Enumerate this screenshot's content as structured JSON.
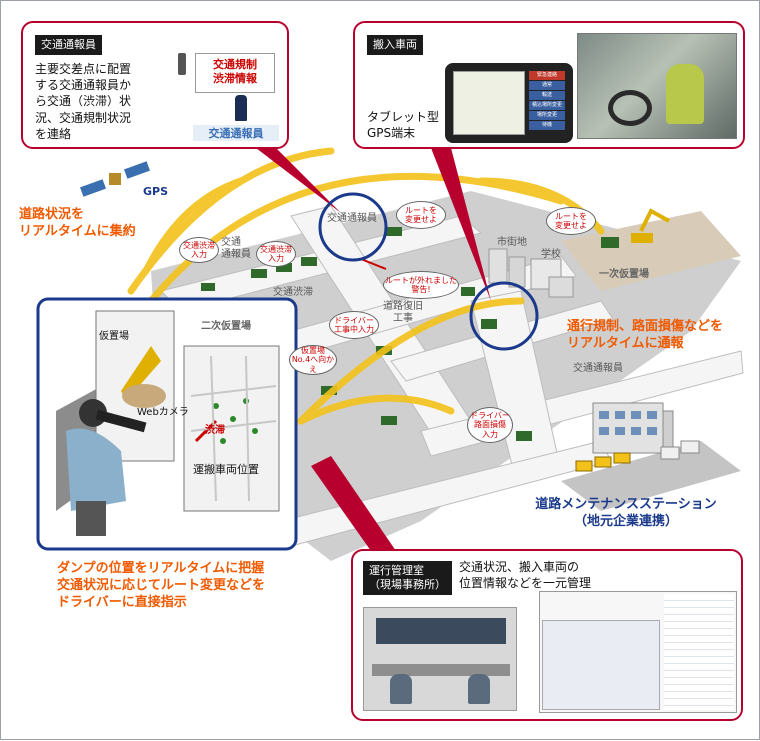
{
  "callouts": {
    "traffic_guard": {
      "tag": "交通通報員",
      "body": "主要交差点に配置\nする交通通報員か\nら交通（渋滞）状\n況、交通規制状況\nを連絡",
      "sign": "交通規制\n渋滞情報",
      "figure_label": "交通通報員"
    },
    "vehicle": {
      "tag": "搬入車両",
      "body": "タブレット型\nGPS端末",
      "tablet_menu": [
        "緊急連絡",
        "通常",
        "輸送",
        "積込場所変更",
        "場所変更",
        "待機"
      ]
    },
    "control_room": {
      "tag": "運行管理室\n（現場事務所）",
      "body": "交通状況、搬入車両の\n位置情報などを一元管理"
    }
  },
  "headlines": {
    "collect": "道路状況を\nリアルタイムに集約",
    "notify": "通行規制、路面損傷などを\nリアルタイムに通報",
    "dispatch": "ダンプの位置をリアルタイムに把握\n交通状況に応じてルート変更などを\nドライバーに直接指示",
    "station": "道路メンテナンスステーション\n（地元企業連携）"
  },
  "map_labels": {
    "gps": "GPS",
    "guard_top": "交通通報員",
    "guard_left": "交通\n通報員",
    "guard_right": "交通通報員",
    "jam": "交通渋滞",
    "recovery": "道路復旧\n工事",
    "city": "市街地",
    "school": "学校",
    "primary_yard": "一次仮置場",
    "secondary_yard": "二次仮置場",
    "temp_yard": "仮置場",
    "webcam": "Webカメラ",
    "jam_screen": "渋滞",
    "vehicle_pos": "運搬車両位置"
  },
  "bubbles": {
    "change_route_1": "ルートを\n変更せよ",
    "change_route_2": "ルートを\n変更せよ",
    "jam_input": "交通渋滞\n入力",
    "off_route": "ルートが外れました\n警告!",
    "driver_work": "ドライバー\n工事中入力",
    "go_no4": "仮置場\nNo.4へ向かえ",
    "driver_damage": "ドライバー\n路面損傷\n入力"
  },
  "colors": {
    "accent": "#b8002e",
    "orange": "#f05a00",
    "navy": "#1b3a8c",
    "signal": "#f3c21a",
    "road": "#f4f4f4",
    "ground": "#c9c9c9"
  }
}
